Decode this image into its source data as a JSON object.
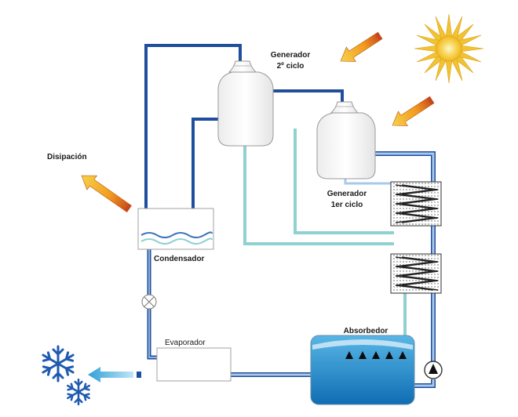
{
  "labels": {
    "generator2_line1": "Generador",
    "generator2_line2": "2º ciclo",
    "generator1_line1": "Generador",
    "generator1_line2": "1er ciclo",
    "dissipation": "Disipación",
    "condenser": "Condensador",
    "evaporator": "Evaporador",
    "absorber": "Absorbedor"
  },
  "colors": {
    "pipe_dark_blue": "#1f4e9c",
    "pipe_light_blue": "#8fb3e0",
    "pipe_cyan": "#8fd0d0",
    "sun": "#f2c230",
    "heat_arrow": "#f5a623",
    "cold_arrow": "#3aa7d6",
    "snowflake": "#1e5bb0",
    "absorber_liquid": "#1786c6"
  },
  "icons": {
    "sun": "sun-icon",
    "heat_arrow": "heat-arrow-icon",
    "cold_arrow": "cold-arrow-icon",
    "snowflake": "snowflake-icon",
    "pump": "pump-icon",
    "expansion_valve": "expansion-valve-icon",
    "heat_exchanger": "heat-exchanger-icon"
  }
}
